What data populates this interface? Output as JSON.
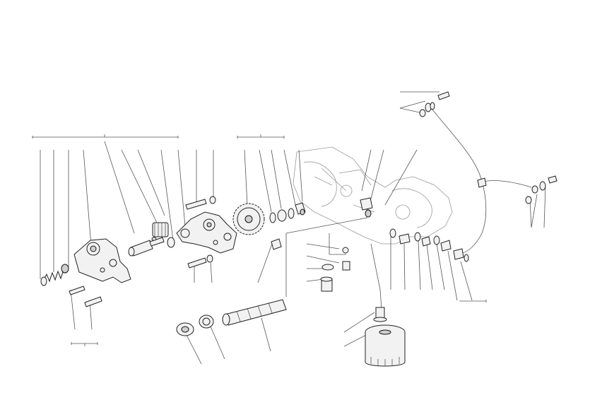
{
  "diagram": {
    "kind": "exploded-parts-view",
    "colors": {
      "line": "#555555",
      "part_stroke": "#222222",
      "part_fill": "#f2f2f2",
      "ghost": "#9a9a9a"
    },
    "groups": [
      {
        "name": "oil-pump-group"
      },
      {
        "name": "gear-spacer-group"
      },
      {
        "name": "bolt-pair-group"
      },
      {
        "name": "hose-fittings-group"
      }
    ],
    "parts": [
      "oil-pump-body",
      "pressure-spring",
      "pump-shaft",
      "pump-rotor",
      "pump-cover",
      "drive-gear",
      "spacer-rings",
      "oil-filter-cartridge",
      "filter-nipple",
      "strainer-screen",
      "strainer-cap",
      "strainer-seal",
      "drain-plug",
      "oil-delivery-hose",
      "banjo-fittings",
      "crankcase-ghost"
    ]
  }
}
